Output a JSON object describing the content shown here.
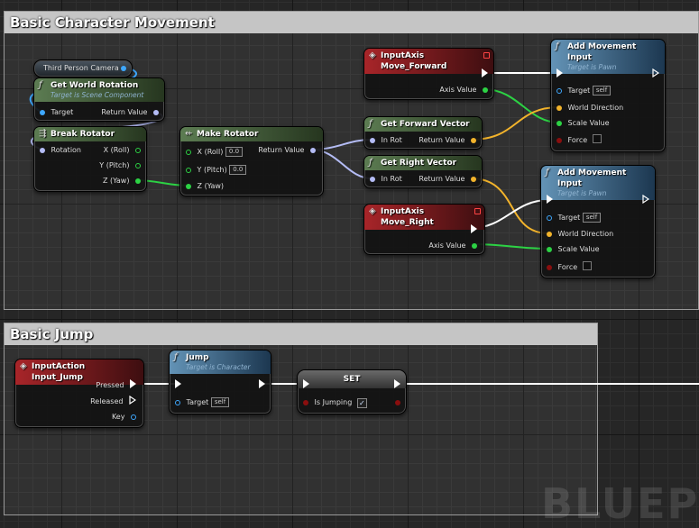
{
  "comments": {
    "movement": "Basic Character Movement",
    "jump": "Basic Jump"
  },
  "nodes": {
    "camera": {
      "title": "Third Person Camera"
    },
    "getWorldRotation": {
      "title": "Get World Rotation",
      "subtitle": "Target is Scene Component",
      "target": "Target",
      "return": "Return Value"
    },
    "breakRotator": {
      "title": "Break Rotator",
      "rotation": "Rotation",
      "x": "X (Roll)",
      "y": "Y (Pitch)",
      "z": "Z (Yaw)"
    },
    "makeRotator": {
      "title": "Make Rotator",
      "x": "X (Roll)",
      "x_val": "0.0",
      "y": "Y (Pitch)",
      "y_val": "0.0",
      "z": "Z (Yaw)",
      "return": "Return Value"
    },
    "moveForward": {
      "title": "InputAxis Move_Forward",
      "axis": "Axis Value"
    },
    "getForward": {
      "title": "Get Forward Vector",
      "in": "In Rot",
      "return": "Return Value"
    },
    "getRight": {
      "title": "Get Right Vector",
      "in": "In Rot",
      "return": "Return Value"
    },
    "moveRight": {
      "title": "InputAxis Move_Right",
      "axis": "Axis Value"
    },
    "addMove1": {
      "title": "Add Movement Input",
      "subtitle": "Target is Pawn",
      "target": "Target",
      "target_val": "self",
      "world": "World Direction",
      "scale": "Scale Value",
      "force": "Force"
    },
    "addMove2": {
      "title": "Add Movement Input",
      "subtitle": "Target is Pawn",
      "target": "Target",
      "target_val": "self",
      "world": "World Direction",
      "scale": "Scale Value",
      "force": "Force"
    },
    "inputJump": {
      "title": "InputAction Input_Jump",
      "pressed": "Pressed",
      "released": "Released",
      "key": "Key"
    },
    "jump": {
      "title": "Jump",
      "subtitle": "Target is Character",
      "target": "Target",
      "target_val": "self"
    },
    "set": {
      "title": "SET",
      "var": "Is Jumping",
      "check": "✓"
    }
  },
  "watermark": "BLUEP",
  "colors": {
    "exec": "#ffffff",
    "struct": "#b4bcf5",
    "float": "#2cd244",
    "vector": "#f2b32b",
    "object": "#3ea8ff",
    "bool": "#8a0e0e"
  }
}
